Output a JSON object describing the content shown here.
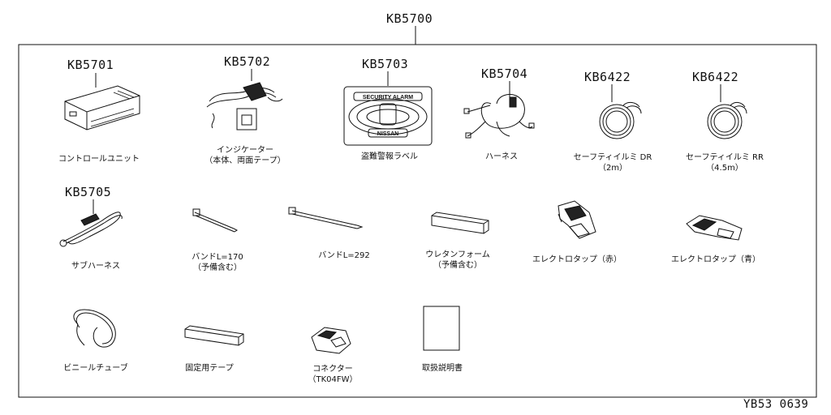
{
  "kit": {
    "code": "KB5700"
  },
  "footer": {
    "figure_number": "YB53 0639"
  },
  "parts": [
    {
      "code": "KB5701",
      "label": "コントロールユニット",
      "label2": ""
    },
    {
      "code": "KB5702",
      "label": "インジケーター",
      "label2": "（本体、両面テープ）"
    },
    {
      "code": "KB5703",
      "label": "盗難警報ラベル",
      "label2": ""
    },
    {
      "code": "KB5704",
      "label": "ハーネス",
      "label2": ""
    },
    {
      "code": "KB6422",
      "label": "セーフティイルミ DR",
      "label2": "（2m）"
    },
    {
      "code": "KB6422",
      "label": "セーフティイルミ RR",
      "label2": "（4.5m）"
    },
    {
      "code": "KB5705",
      "label": "サブハーネス",
      "label2": ""
    },
    {
      "code": "",
      "label": "バンドL=170",
      "label2": "（予備含む）"
    },
    {
      "code": "",
      "label": "バンドL=292",
      "label2": ""
    },
    {
      "code": "",
      "label": "ウレタンフォーム",
      "label2": "（予備含む）"
    },
    {
      "code": "",
      "label": "エレクトロタップ（赤）",
      "label2": ""
    },
    {
      "code": "",
      "label": "エレクトロタップ（青）",
      "label2": ""
    },
    {
      "code": "",
      "label": "ビニールチューブ",
      "label2": ""
    },
    {
      "code": "",
      "label": "固定用テープ",
      "label2": ""
    },
    {
      "code": "",
      "label": "コネクター",
      "label2": "（TK04FW）"
    },
    {
      "code": "",
      "label": "取扱説明書",
      "label2": ""
    }
  ],
  "label_artwork": {
    "top_text": "SECURITY ALARM",
    "bottom_text": "NISSAN"
  }
}
